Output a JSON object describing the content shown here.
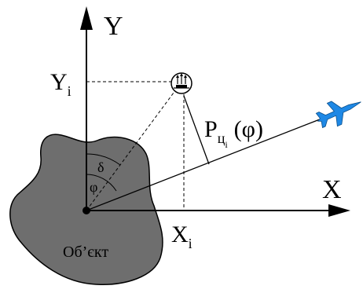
{
  "axes": {
    "y_label": "Y",
    "x_label": "X"
  },
  "point": {
    "y_label": "Y",
    "y_sub": "i",
    "x_label": "X",
    "x_sub": "i"
  },
  "angles": {
    "delta": "δ",
    "phi": "φ"
  },
  "range_label": {
    "main": "P",
    "sub": "ц",
    "subsub": "i",
    "arg": "(φ)"
  },
  "object_label": "Об’єкт",
  "colors": {
    "object_fill": "#6e6e6e",
    "aircraft": "#1e88e5",
    "line": "#000000"
  }
}
